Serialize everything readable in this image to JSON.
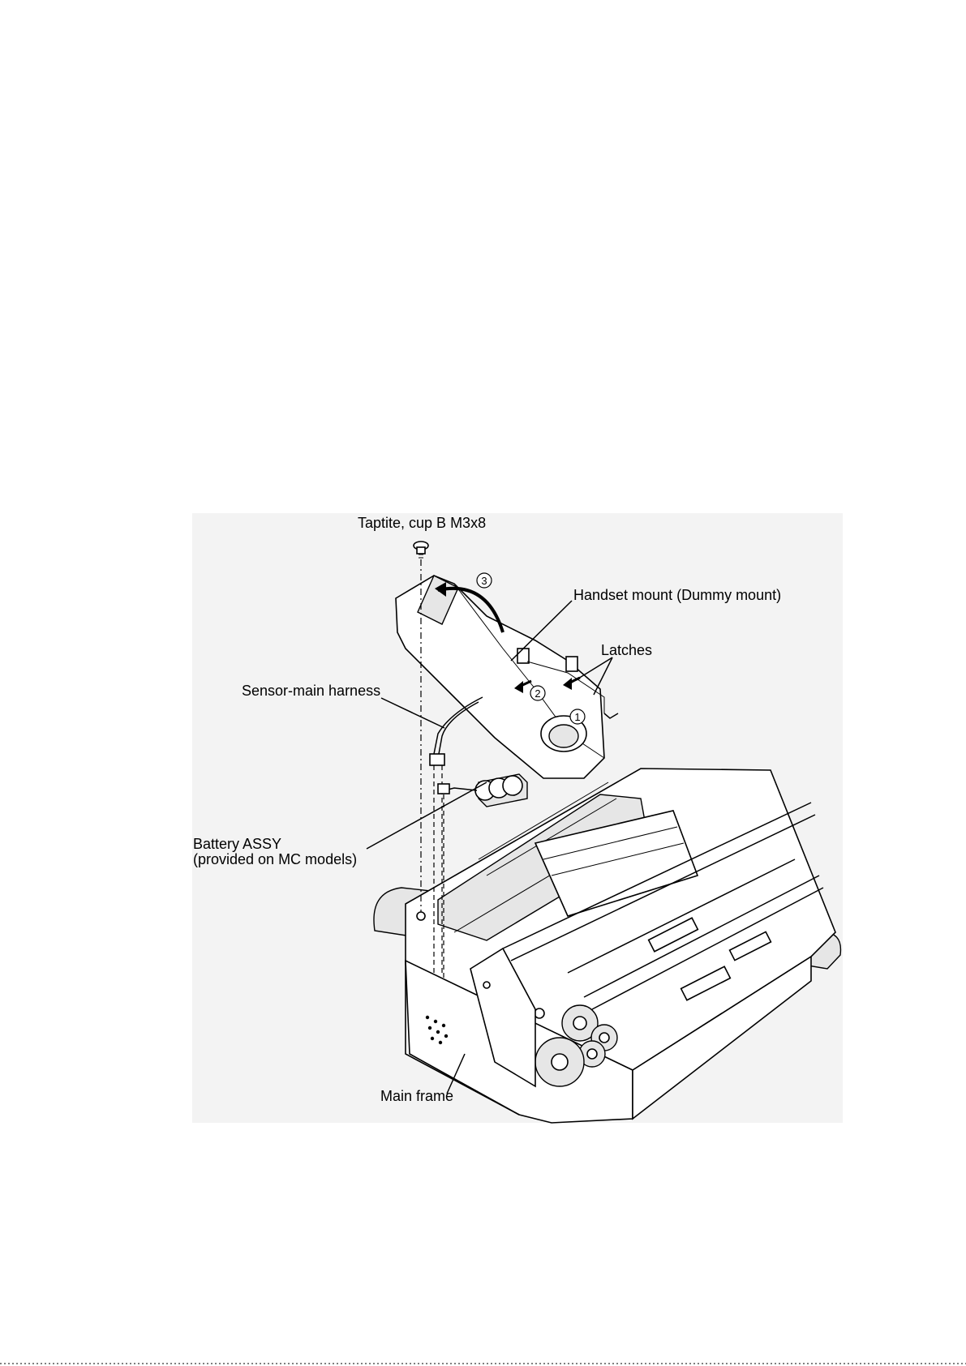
{
  "labels": {
    "screw": "Taptite, cup B M3x8",
    "handset_mount": "Handset mount (Dummy mount)",
    "latches": "Latches",
    "harness": "Sensor-main harness",
    "battery_line1": "Battery ASSY",
    "battery_line2": "(provided on MC models)",
    "main_frame": "Main frame"
  },
  "steps": [
    "1",
    "2",
    "3"
  ]
}
